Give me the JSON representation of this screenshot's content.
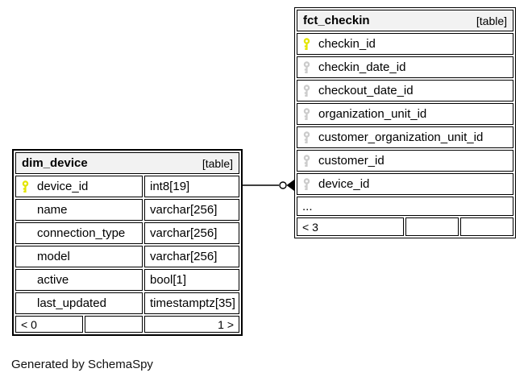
{
  "page": {
    "caption": "Generated by SchemaSpy"
  },
  "colors": {
    "primary_key": "#e3e500",
    "foreign_key": "#cbcbcb",
    "header_bg": "#f2f2f2",
    "border": "#000000"
  },
  "tables": {
    "fct_checkin": {
      "name": "fct_checkin",
      "badge": "[table]",
      "columns": [
        {
          "name": "checkin_id",
          "key": "pk"
        },
        {
          "name": "checkin_date_id",
          "key": "fk"
        },
        {
          "name": "checkout_date_id",
          "key": "fk"
        },
        {
          "name": "organization_unit_id",
          "key": "fk"
        },
        {
          "name": "customer_organization_unit_id",
          "key": "fk"
        },
        {
          "name": "customer_id",
          "key": "fk"
        },
        {
          "name": "device_id",
          "key": "fk"
        }
      ],
      "ellipsis": "...",
      "footer": {
        "left": "< 3",
        "middle": "",
        "right": ""
      }
    },
    "dim_device": {
      "name": "dim_device",
      "badge": "[table]",
      "columns": [
        {
          "name": "device_id",
          "type": "int8[19]",
          "key": "pk"
        },
        {
          "name": "name",
          "type": "varchar[256]",
          "key": ""
        },
        {
          "name": "connection_type",
          "type": "varchar[256]",
          "key": ""
        },
        {
          "name": "model",
          "type": "varchar[256]",
          "key": ""
        },
        {
          "name": "active",
          "type": "bool[1]",
          "key": ""
        },
        {
          "name": "last_updated",
          "type": "timestamptz[35]",
          "key": ""
        }
      ],
      "footer": {
        "left": "< 0",
        "middle": "",
        "right": "1 >"
      }
    }
  },
  "relationship": {
    "from": "dim_device.device_id",
    "to": "fct_checkin.device_id"
  }
}
